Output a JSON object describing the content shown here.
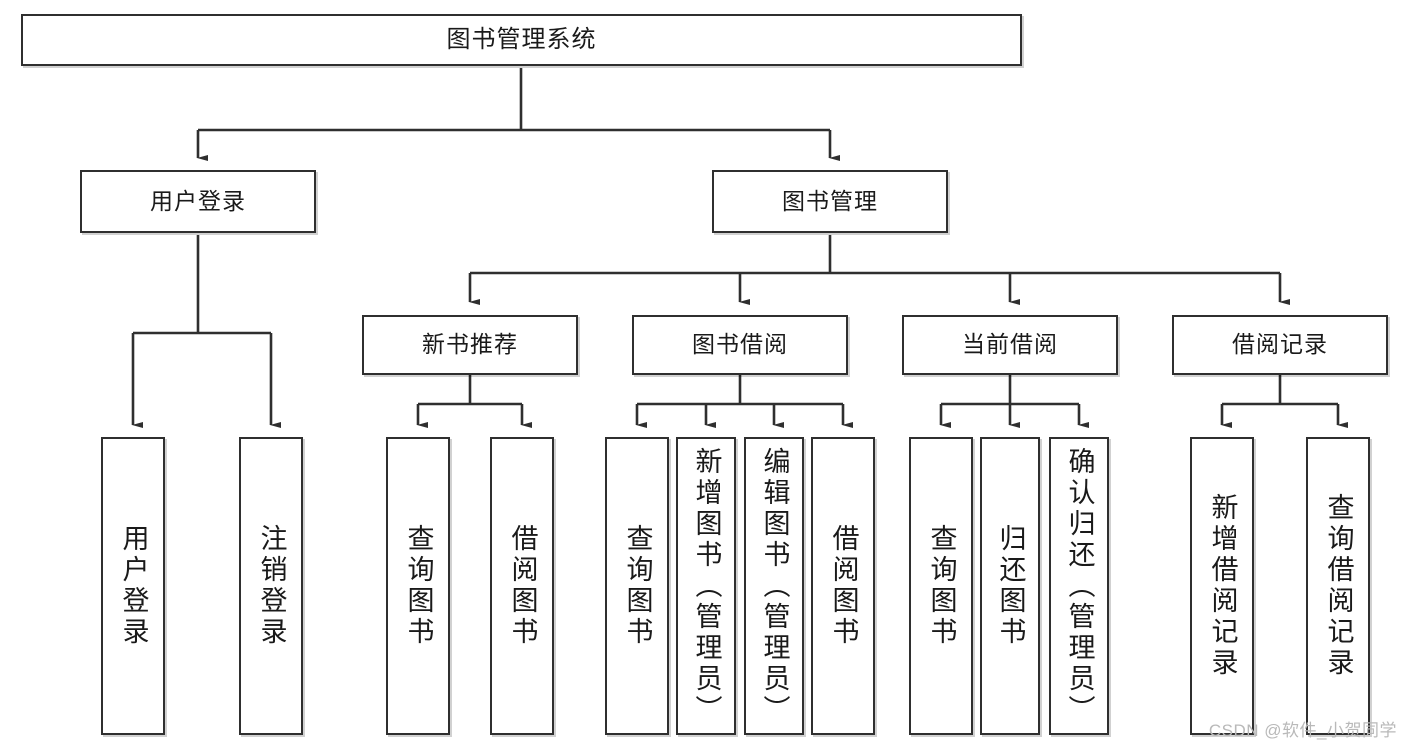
{
  "diagram": {
    "title": "图书管理系统",
    "type": "tree",
    "colors": {
      "box_border": "#2f2f2f",
      "box_fill": "#ffffff",
      "edge": "#2f2f2f",
      "text": "#1a1a1a",
      "watermark": "#b9b9b9"
    },
    "levels": {
      "root": {
        "label": "图书管理系统"
      },
      "level2": [
        {
          "id": "user-login",
          "label": "用户登录"
        },
        {
          "id": "book-manage",
          "label": "图书管理"
        }
      ],
      "level3": [
        {
          "id": "new-book-recommend",
          "label": "新书推荐"
        },
        {
          "id": "book-borrow",
          "label": "图书借阅"
        },
        {
          "id": "current-borrow",
          "label": "当前借阅"
        },
        {
          "id": "borrow-record",
          "label": "借阅记录"
        }
      ],
      "leaves": [
        {
          "id": "leaf-user-login",
          "label": "用户登录",
          "parent": "user-login"
        },
        {
          "id": "leaf-logout-login",
          "label": "注销登录",
          "parent": "user-login"
        },
        {
          "id": "leaf-query-book-1",
          "label": "查询图书",
          "parent": "new-book-recommend"
        },
        {
          "id": "leaf-borrow-book-1",
          "label": "借阅图书",
          "parent": "new-book-recommend"
        },
        {
          "id": "leaf-query-book-2",
          "label": "查询图书",
          "parent": "book-borrow"
        },
        {
          "id": "leaf-add-book",
          "label": "新增图书（管理员）",
          "parent": "book-borrow"
        },
        {
          "id": "leaf-edit-book",
          "label": "编辑图书（管理员）",
          "parent": "book-borrow"
        },
        {
          "id": "leaf-borrow-book-2",
          "label": "借阅图书",
          "parent": "book-borrow"
        },
        {
          "id": "leaf-query-book-3",
          "label": "查询图书",
          "parent": "current-borrow"
        },
        {
          "id": "leaf-return-book",
          "label": "归还图书",
          "parent": "current-borrow"
        },
        {
          "id": "leaf-confirm-return",
          "label": "确认归还（管理员）",
          "parent": "current-borrow"
        },
        {
          "id": "leaf-add-record",
          "label": "新增借阅记录",
          "parent": "borrow-record"
        },
        {
          "id": "leaf-query-record",
          "label": "查询借阅记录",
          "parent": "borrow-record"
        }
      ]
    },
    "watermark": "CSDN @软件_小贺同学"
  }
}
